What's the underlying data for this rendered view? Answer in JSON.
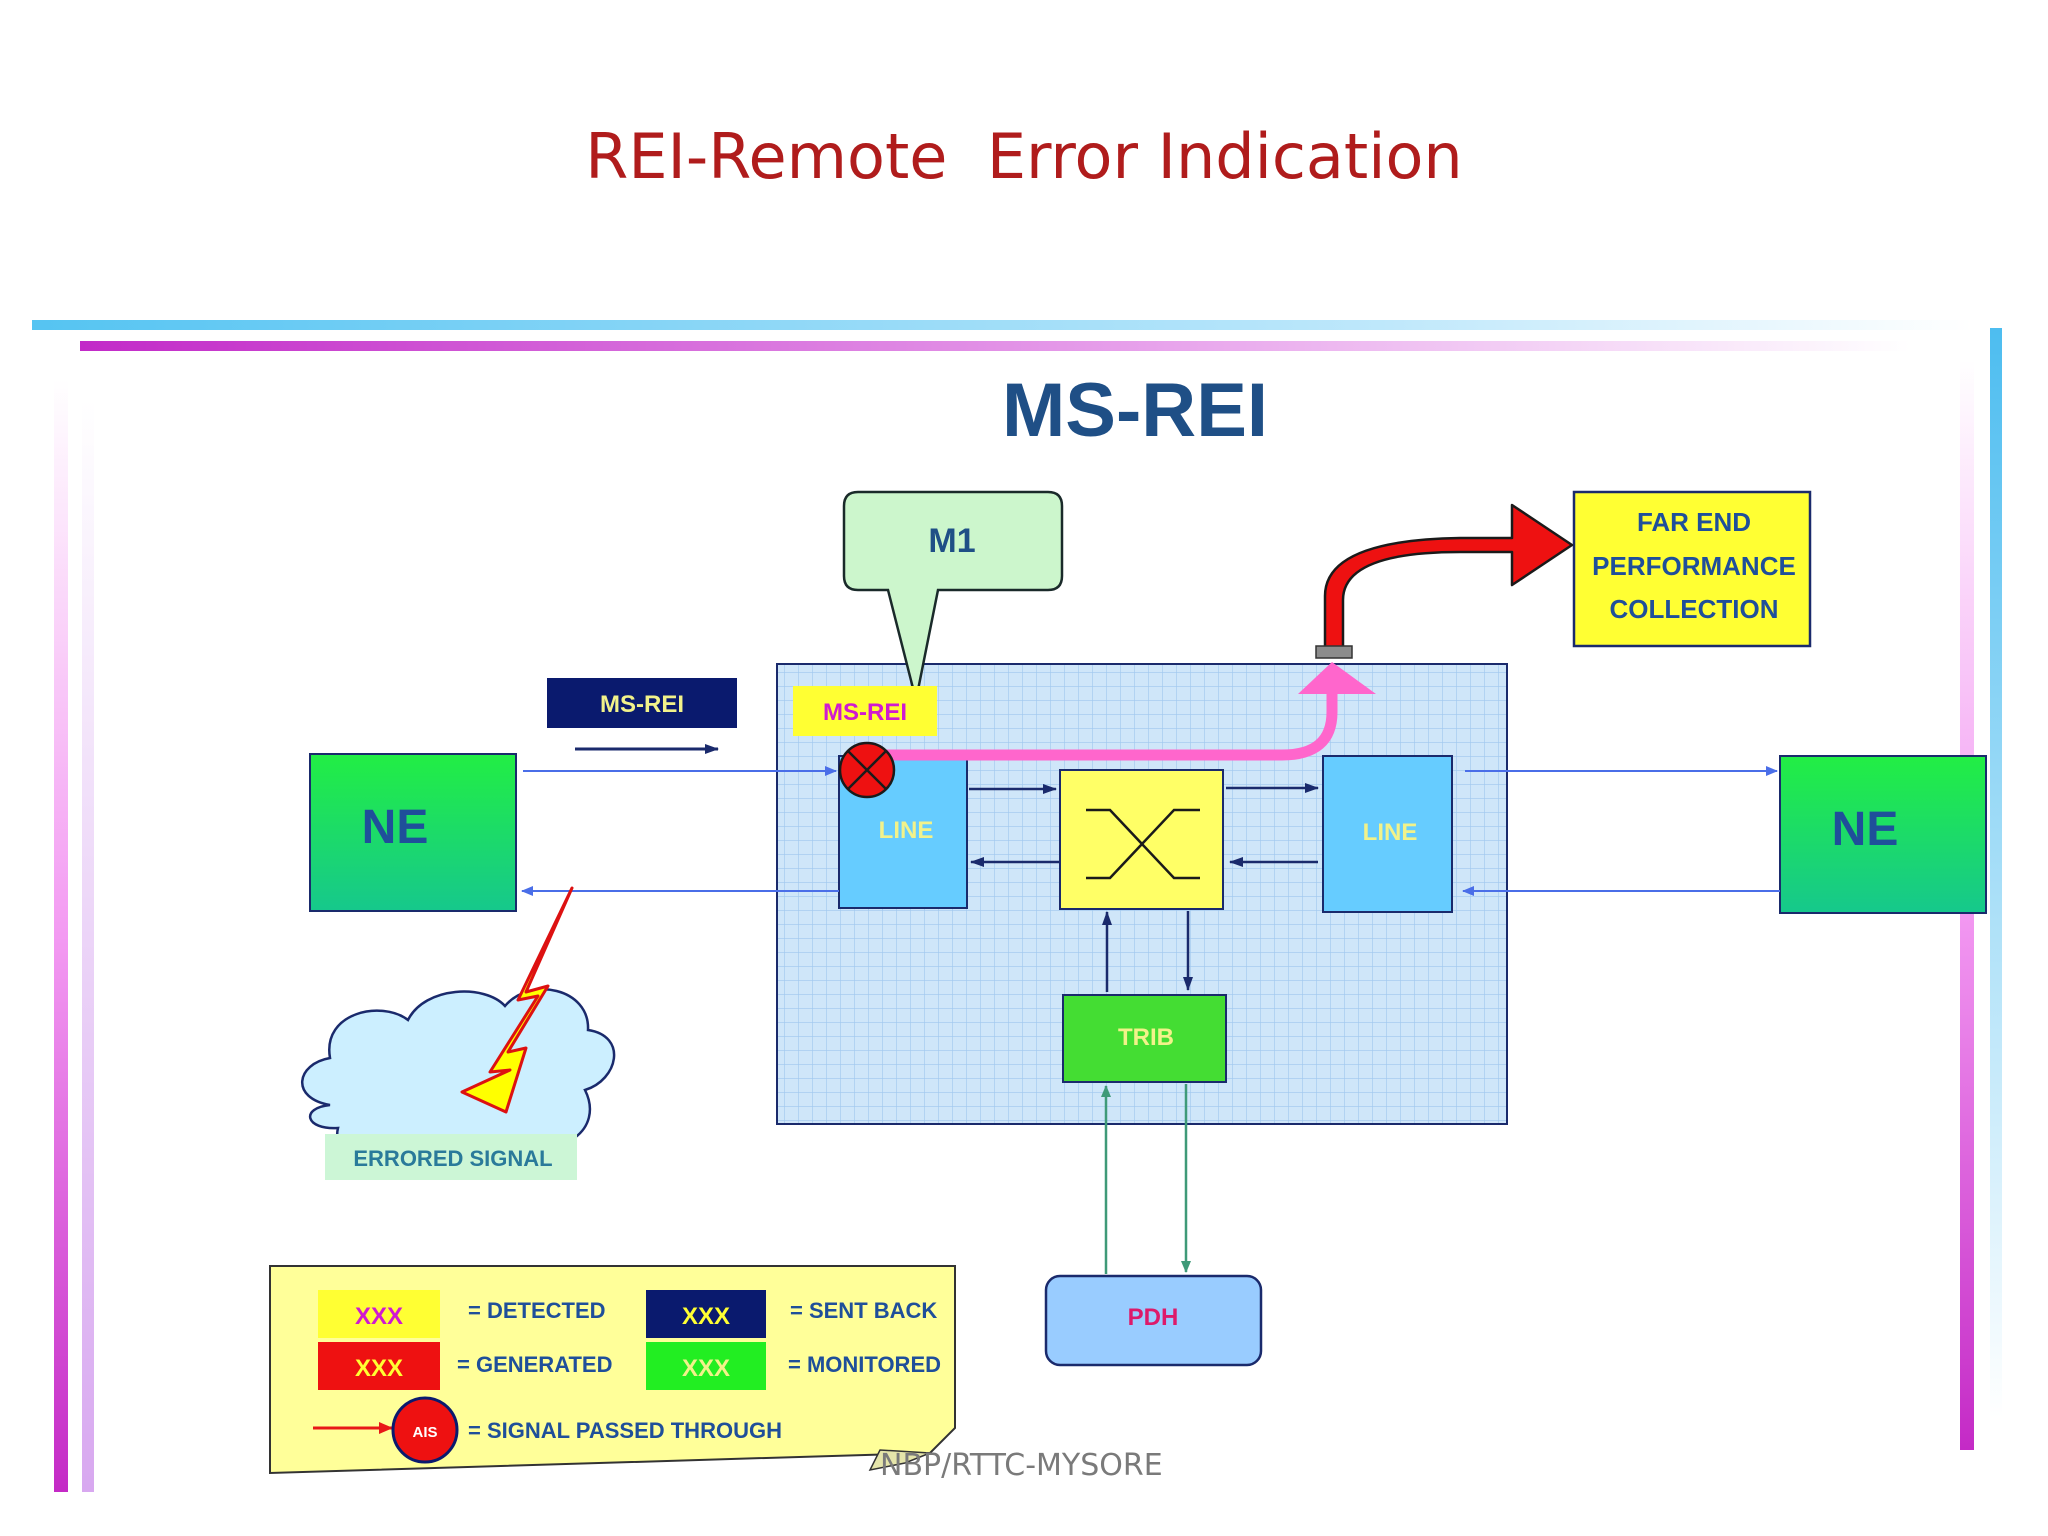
{
  "slide": {
    "title": "REI-Remote  Error Indication",
    "footer": "NBP/RTTC-MYSORE"
  },
  "diagram": {
    "title": "MS-REI",
    "callout": "M1",
    "input_label": "MS-REI",
    "detected_label": "MS-REI",
    "far_end_lines": [
      "FAR END",
      "PERFORMANCE",
      "COLLECTION"
    ],
    "ne_left": "NE",
    "ne_right": "NE",
    "line_left": "LINE",
    "line_right": "LINE",
    "trib": "TRIB",
    "pdh": "PDH",
    "errored_signal": "ERRORED SIGNAL"
  },
  "legend": {
    "swatch_text": "XXX",
    "detected": "= DETECTED",
    "generated": "= GENERATED",
    "sent_back": "= SENT BACK",
    "monitored": "= MONITORED",
    "ais": "AIS",
    "passed_through": "= SIGNAL PASSED THROUGH"
  },
  "colors": {
    "title_red": "#b01c1c",
    "box_yellow": "#ffff33",
    "ne_green": "#22dd55",
    "line_blue": "#66ccff",
    "navy": "#0a1a6e",
    "alarm_red": "#ee1111",
    "pink_path": "#ff66cc"
  }
}
